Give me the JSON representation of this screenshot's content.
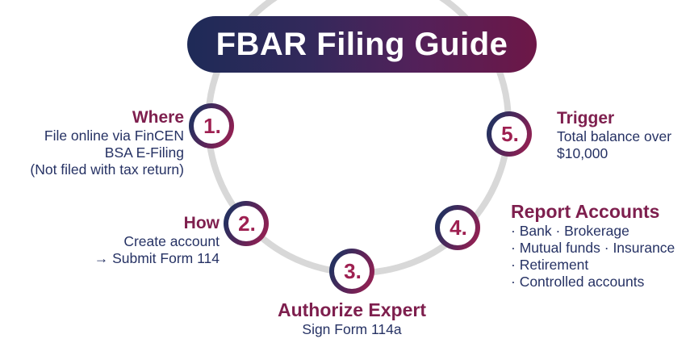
{
  "title": "FBAR Filing Guide",
  "colors": {
    "banner_gradient_left_navy": "#1e2a57",
    "banner_gradient_mid_purple": "#45265a",
    "banner_gradient_right_maroon": "#6d1747",
    "heading_maroon": "#7e1f4e",
    "step_number_maroon": "#9e2051",
    "body_text_navy": "#263264",
    "cycle_arc_gray": "#d8d8d8",
    "marker_border_navy": "#27305f",
    "marker_border_maroon": "#8e2153"
  },
  "steps": [
    {
      "number": "1.",
      "heading": "Where",
      "lines": [
        "File online via FinCEN",
        "BSA E-Filing",
        "(Not filed with tax return)"
      ]
    },
    {
      "number": "2.",
      "heading": "How",
      "lines": [
        "Create account",
        "→ Submit Form 114"
      ]
    },
    {
      "number": "3.",
      "heading": "Authorize Expert",
      "lines": [
        "Sign Form 114a"
      ]
    },
    {
      "number": "4.",
      "heading": "Report Accounts",
      "lines": [
        "· Bank · Brokerage",
        "· Mutual funds · Insurance",
        "· Retirement",
        "· Controlled accounts"
      ]
    },
    {
      "number": "5.",
      "heading": "Trigger",
      "lines": [
        "Total balance over",
        "$10,000"
      ]
    }
  ]
}
